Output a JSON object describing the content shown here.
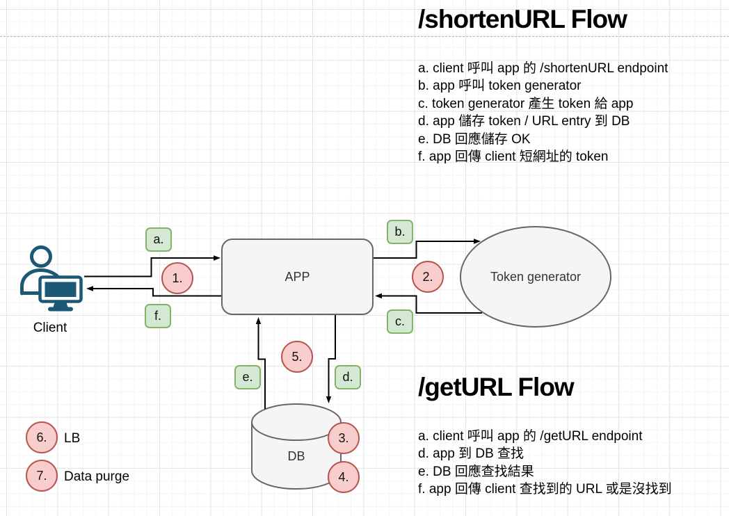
{
  "titles": {
    "shorten_flow": "/shortenURL Flow",
    "get_flow": "/getURL Flow"
  },
  "shorten_steps": [
    "a. client 呼叫 app 的 /shortenURL endpoint",
    "b. app 呼叫 token generator",
    "c. token generator 產生 token 給 app",
    "d. app 儲存 token / URL entry 到 DB",
    "e. DB 回應儲存 OK",
    "f. app 回傳 client 短網址的 token"
  ],
  "get_steps": [
    "a. client 呼叫 app 的 /getURL endpoint",
    "d. app 到 DB 查找",
    "e. DB 回應查找結果",
    "f. app 回傳 client 查找到的 URL 或是沒找到"
  ],
  "nodes": {
    "client": "Client",
    "app": "APP",
    "token_generator": "Token generator",
    "db": "DB"
  },
  "badges": {
    "a": "a.",
    "b": "b.",
    "c": "c.",
    "d": "d.",
    "e": "e.",
    "f": "f."
  },
  "step_circles": {
    "s1": "1.",
    "s2": "2.",
    "s3": "3.",
    "s4": "4.",
    "s5": "5.",
    "s6": "6.",
    "s7": "7."
  },
  "legend": {
    "lb": "LB",
    "data_purge": "Data purge"
  },
  "colors": {
    "badge_fill": "#D5E8D4",
    "badge_stroke": "#82B366",
    "circle_fill": "#F8CECC",
    "circle_stroke": "#B85450",
    "node_fill": "#F5F5F5",
    "node_stroke": "#666666",
    "client_icon": "#1B5876",
    "arrow": "#000000",
    "grid_major": "#E4E4E4",
    "grid_minor": "#F4F4F4"
  }
}
